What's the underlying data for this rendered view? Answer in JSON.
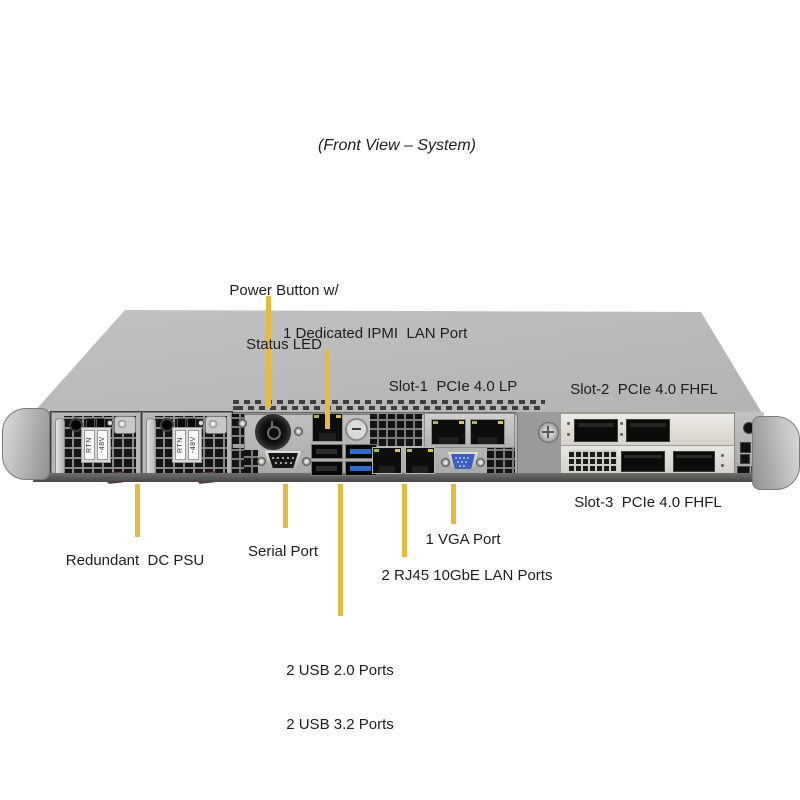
{
  "title": "(Front View – System)",
  "labels": {
    "power": [
      "Power Button w/",
      "Status LED"
    ],
    "ipmi": "1 Dedicated IPMI  LAN Port",
    "slot1": "Slot-1  PCIe 4.0 LP",
    "slot2": "Slot-2  PCIe 4.0 FHFL",
    "slot3": "Slot-3  PCIe 4.0 FHFL",
    "psu": "Redundant  DC PSU",
    "serial": "Serial Port",
    "vga": "1 VGA Port",
    "lan": "2 RJ45 10GbE LAN Ports",
    "usb": [
      "2 USB 2.0 Ports",
      "2 USB 3.2 Ports"
    ]
  },
  "psu_units": [
    {
      "left_label": "RTN",
      "right_label": "-48V"
    },
    {
      "left_label": "RTN",
      "right_label": "-48V"
    }
  ],
  "colors": {
    "leader_line": "#E7BA3B",
    "chassis_light": "#d2d2d0",
    "chassis_dark": "#858583",
    "usb3_blue": "#2f6bc8",
    "vga_blue": "#3b5fc2",
    "psu_tab_maroon": "#7c3a50",
    "led_green": "#9cbf5b",
    "led_amber": "#d8c05a"
  }
}
